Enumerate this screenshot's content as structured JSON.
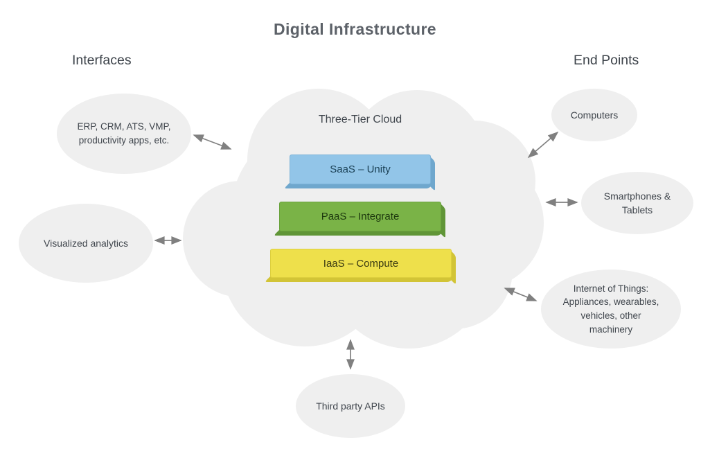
{
  "title": "Digital Infrastructure",
  "left_group": {
    "heading": "Interfaces"
  },
  "right_group": {
    "heading": "End Points"
  },
  "cloud": {
    "label": "Three-Tier Cloud",
    "tiers": [
      {
        "id": "saas",
        "label": "SaaS – Unity",
        "face": "#92c5e8",
        "side": "#6fa7cd",
        "border": "#7db3d9",
        "text_color": "#1c4257"
      },
      {
        "id": "paas",
        "label": "PaaS – Integrate",
        "face": "#7ab347",
        "side": "#609537",
        "border": "#6aa33d",
        "text_color": "#1d390e"
      },
      {
        "id": "iaas",
        "label": "IaaS – Compute",
        "face": "#eee04b",
        "side": "#d2c436",
        "border": "#ddcf3e",
        "text_color": "#3a3a12"
      }
    ]
  },
  "nodes": [
    {
      "id": "erp",
      "lines": [
        "ERP, CRM, ATS, VMP,",
        "productivity apps, etc."
      ]
    },
    {
      "id": "analytics",
      "lines": [
        "Visualized analytics"
      ]
    },
    {
      "id": "computers",
      "lines": [
        "Computers"
      ]
    },
    {
      "id": "smartphones",
      "lines": [
        "Smartphones &",
        "Tablets"
      ]
    },
    {
      "id": "iot",
      "lines": [
        "Internet of Things:",
        "Appliances, wearables,",
        "vehicles, other",
        "machinery"
      ]
    },
    {
      "id": "apis",
      "lines": [
        "Third party APIs"
      ]
    }
  ],
  "colors": {
    "cloud_fill": "#efefef",
    "node_fill": "#efefef",
    "arrow": "#808080",
    "title_text": "#5c6168",
    "heading_text": "#3d434a",
    "body_text": "#3f454c"
  }
}
